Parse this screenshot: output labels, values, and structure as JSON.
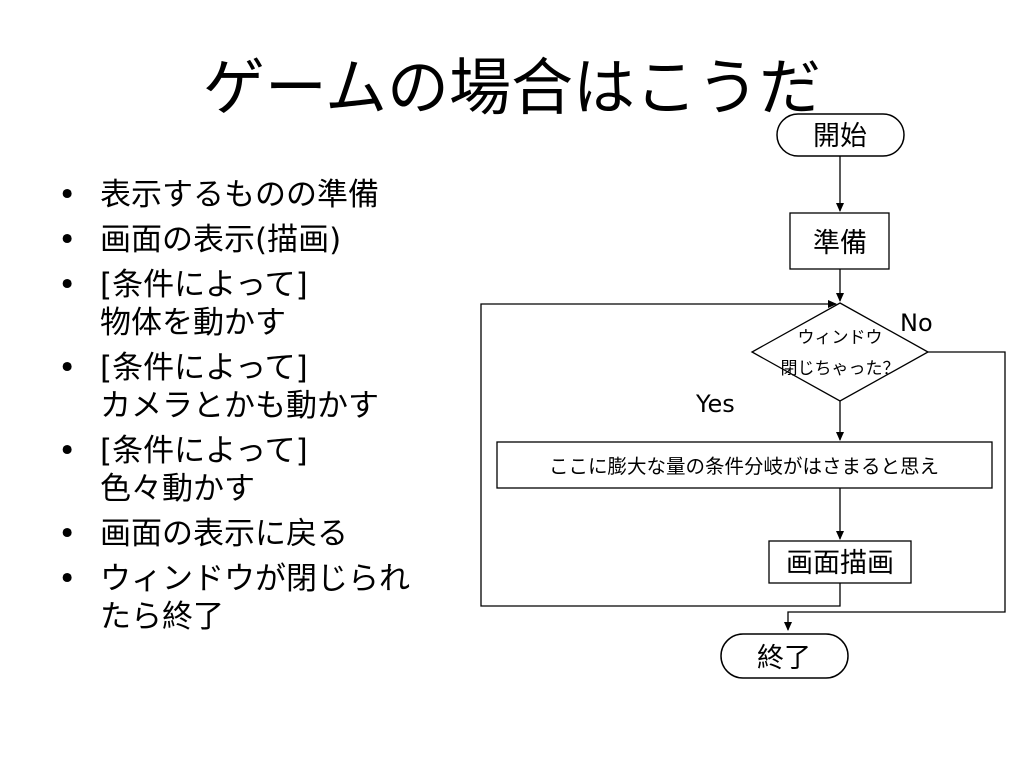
{
  "slide": {
    "title": "ゲームの場合はこうだ",
    "bullets": [
      {
        "marker": "•",
        "lines": [
          "表示するものの準備"
        ]
      },
      {
        "marker": "•",
        "lines": [
          "画面の表示(描画)"
        ]
      },
      {
        "marker": "•",
        "lines": [
          "[条件によって]",
          "物体を動かす"
        ]
      },
      {
        "marker": "•",
        "lines": [
          "[条件によって]",
          "カメラとかも動かす"
        ]
      },
      {
        "marker": "•",
        "lines": [
          "[条件によって]",
          "色々動かす"
        ]
      },
      {
        "marker": "•",
        "lines": [
          "画面の表示に戻る"
        ]
      },
      {
        "marker": "•",
        "lines": [
          "ウィンドウが閉じられ",
          "たら終了"
        ]
      }
    ]
  },
  "flowchart": {
    "start": "開始",
    "prepare": "準備",
    "decision": [
      "ウィンドウ",
      "閉じちゃった？"
    ],
    "yes_label": "Yes",
    "no_label": "No",
    "process": "ここに膨大な量の条件分岐がはさまると思え",
    "draw": "画面描画",
    "end": "終了"
  }
}
